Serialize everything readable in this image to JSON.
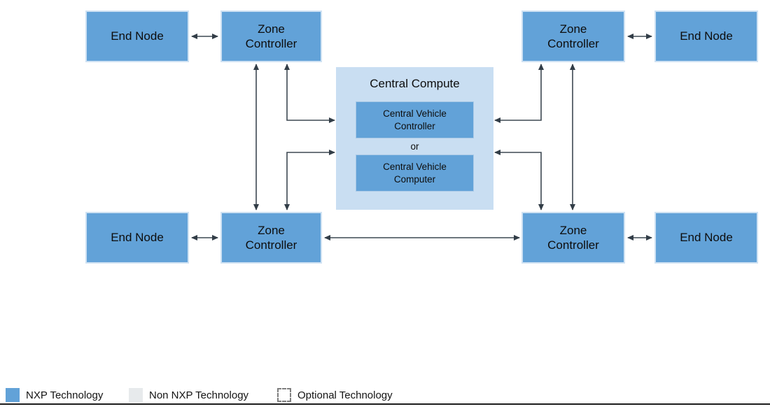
{
  "labels": {
    "end_node": "End Node",
    "zone_controller": "Zone Controller"
  },
  "central": {
    "title": "Central Compute",
    "controller": "Central Vehicle Controller",
    "or": "or",
    "computer": "Central Vehicle Computer"
  },
  "legend": {
    "items": [
      {
        "label": "NXP Technology",
        "swatch": "nxp"
      },
      {
        "label": "Non NXP Technology",
        "swatch": "non-nxp"
      },
      {
        "label": "Optional Technology",
        "swatch": "optional"
      }
    ]
  },
  "colors": {
    "nxp_blue": "#62a2d8",
    "light_blue": "#c9def2",
    "non_nxp_gray": "#e7eaec",
    "connector": "#3d4852",
    "arrowhead": "#323d47"
  }
}
